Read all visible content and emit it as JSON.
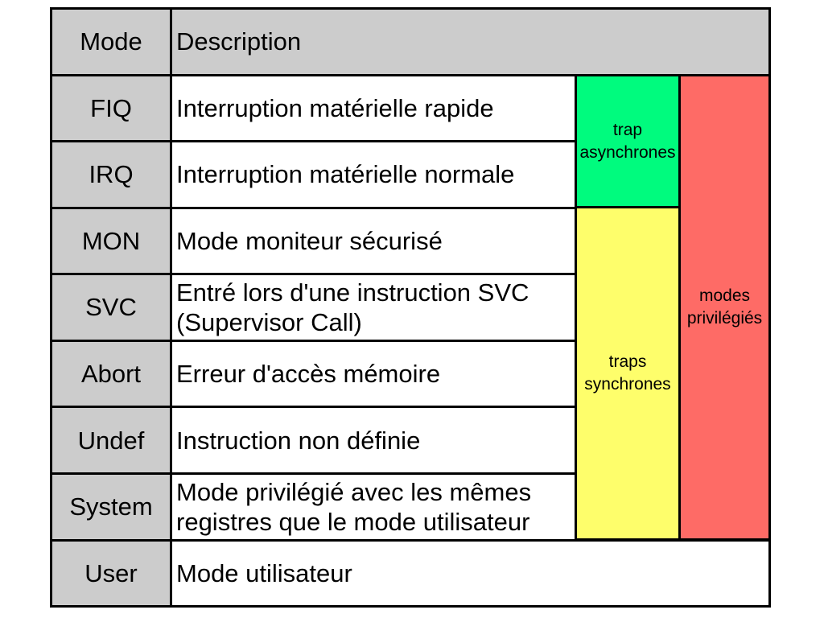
{
  "table": {
    "header": {
      "mode": "Mode",
      "description": "Description"
    },
    "rows": [
      {
        "mode": "FIQ",
        "description": "Interruption matérielle rapide"
      },
      {
        "mode": "IRQ",
        "description": "Interruption matérielle normale"
      },
      {
        "mode": "MON",
        "description": "Mode moniteur sécurisé"
      },
      {
        "mode": "SVC",
        "description": "Entré lors d'une instruction SVC\n(Supervisor Call)"
      },
      {
        "mode": "Abort",
        "description": "Erreur d'accès mémoire"
      },
      {
        "mode": "Undef",
        "description": "Instruction non définie"
      },
      {
        "mode": "System",
        "description": "Mode privilégié avec les mêmes\nregistres que le mode utilisateur"
      },
      {
        "mode": "User",
        "description": "Mode utilisateur"
      }
    ]
  },
  "overlays": {
    "trap_asynchrones": {
      "label": "trap\nasynchrones",
      "color": "#00fb7e"
    },
    "traps_synchrones": {
      "label": "traps\nsynchrones",
      "color": "#fefe6b"
    },
    "modes_privilegies": {
      "label": "modes\nprivilégiés",
      "color": "#fe6b66"
    }
  },
  "colors": {
    "header_bg": "#cccccc",
    "mode_column_bg": "#cccccc",
    "border": "#000000",
    "page_bg": "#ffffff"
  }
}
